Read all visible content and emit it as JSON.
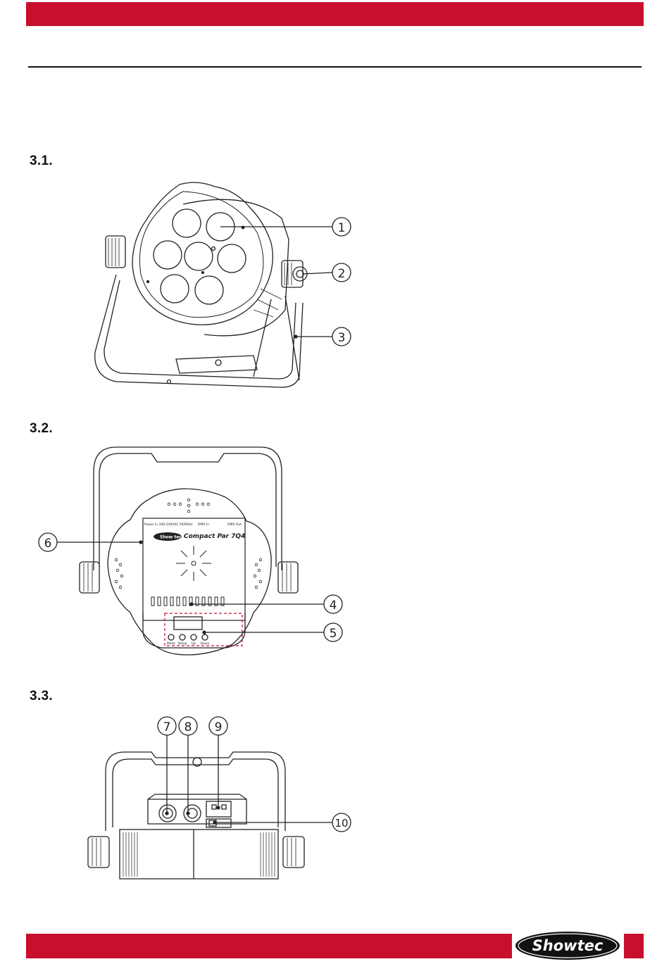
{
  "sections": {
    "s1": "3.1.",
    "s2": "3.2.",
    "s3": "3.3."
  },
  "callouts": [
    "1",
    "2",
    "3",
    "4",
    "5",
    "6",
    "7",
    "8",
    "9",
    "10"
  ],
  "panel": {
    "brand": "Show tec",
    "model": "Compact Par 7Q4",
    "power_label": "Power In 100-240VAC 50/60Hz",
    "dmx_in": "DMX In",
    "dmx_out": "DMX Out",
    "buttons": [
      "Mode",
      "Setup",
      "Up",
      "Down"
    ]
  },
  "footer": {
    "logo_text": "Showtec"
  },
  "colors": {
    "brand_red": "#c8102e"
  }
}
